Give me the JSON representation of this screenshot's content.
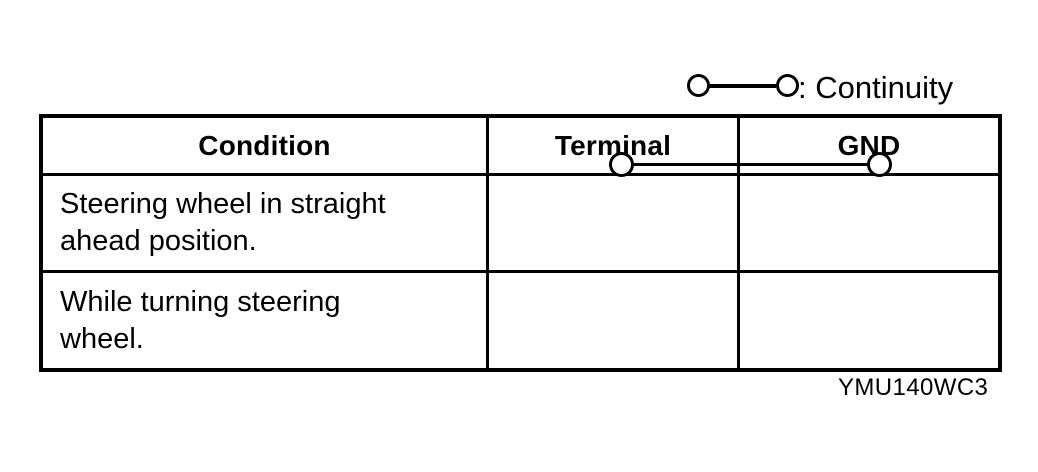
{
  "legend": {
    "symbol_icon": "continuity-symbol-icon",
    "label": ": Continuity"
  },
  "table": {
    "headers": [
      {
        "name": "condition",
        "label": "Condition"
      },
      {
        "name": "terminal",
        "label": "Terminal"
      },
      {
        "name": "gnd",
        "label": "GND"
      }
    ],
    "rows": [
      {
        "condition": "Steering wheel in straight\nahead position.",
        "terminal": "",
        "gnd": "",
        "continuity": false
      },
      {
        "condition": "While turning steering\nwheel.",
        "terminal": "",
        "gnd": "",
        "continuity": true
      }
    ]
  },
  "figure_code": "YMU140WC3",
  "colors": {
    "ink": "#000000",
    "background": "#ffffff"
  }
}
